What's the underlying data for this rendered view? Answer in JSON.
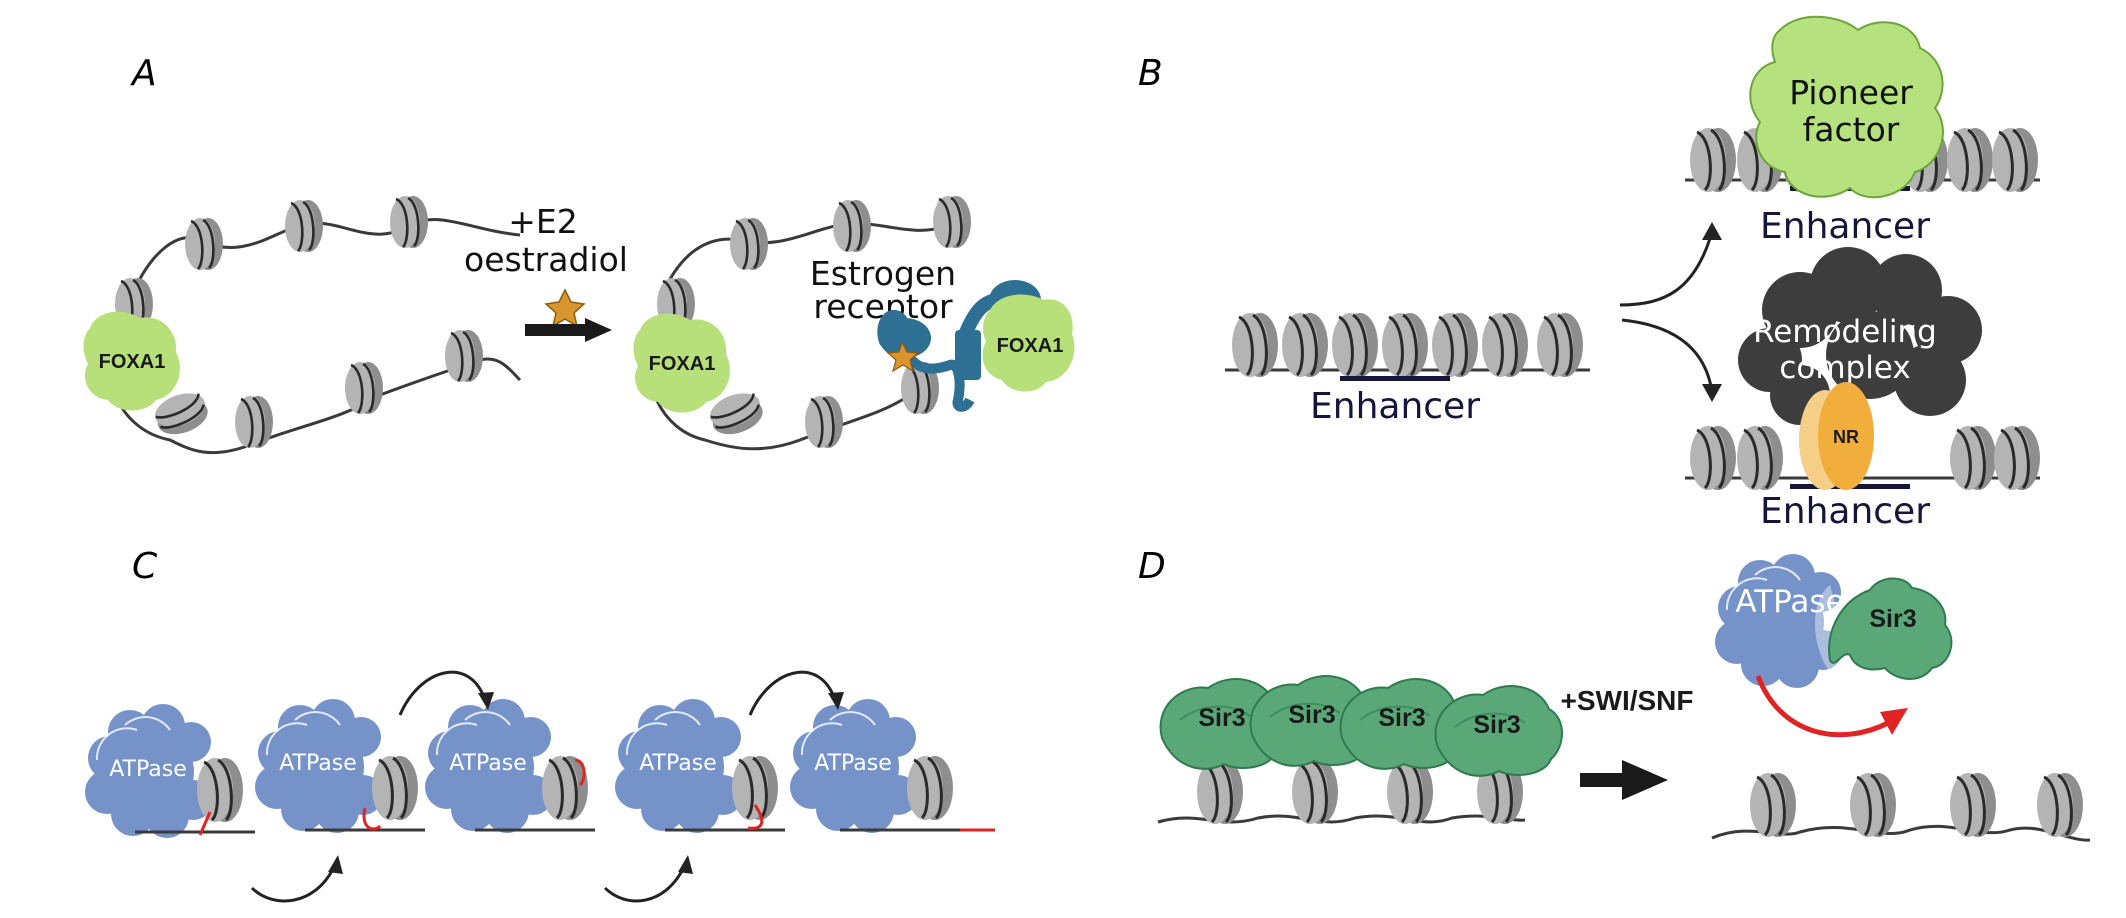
{
  "panels": {
    "a": {
      "letter": "A",
      "foxa1_left": "FOXA1",
      "e2_line1": "+E2",
      "e2_line2": "oestradiol",
      "er_line1": "Estrogen",
      "er_line2": "receptor",
      "foxa1_right_a": "FOXA1",
      "foxa1_right_b": "FOXA1"
    },
    "b": {
      "letter": "B",
      "enhancer_left": "Enhancer",
      "pioneer_line1": "Pioneer",
      "pioneer_line2": "factor",
      "enhancer_top": "Enhancer",
      "remodel_line1": "Remodeling",
      "remodel_line2": "complex",
      "nr": "NR",
      "enhancer_bottom": "Enhancer"
    },
    "c": {
      "letter": "C",
      "atpase": [
        "ATPase",
        "ATPase",
        "ATPase",
        "ATPase",
        "ATPase"
      ]
    },
    "d": {
      "letter": "D",
      "sir3_chain": [
        "Sir3",
        "Sir3",
        "Sir3",
        "Sir3"
      ],
      "swi_snf": "+SWI/SNF",
      "atpase": "ATPase",
      "sir3_released": "Sir3"
    }
  },
  "colors": {
    "foxa1": "#b8e07a",
    "pioneer": "#b5e27f",
    "estrogen_receptor": "#2e6f94",
    "star": "#d9962e",
    "remodeling": "#3d3d3d",
    "nr": "#f2ae3c",
    "atpase": "#7593c9",
    "sir3": "#5aa878",
    "enhancer_text": "#16163c",
    "red_dna": "#e02424"
  }
}
